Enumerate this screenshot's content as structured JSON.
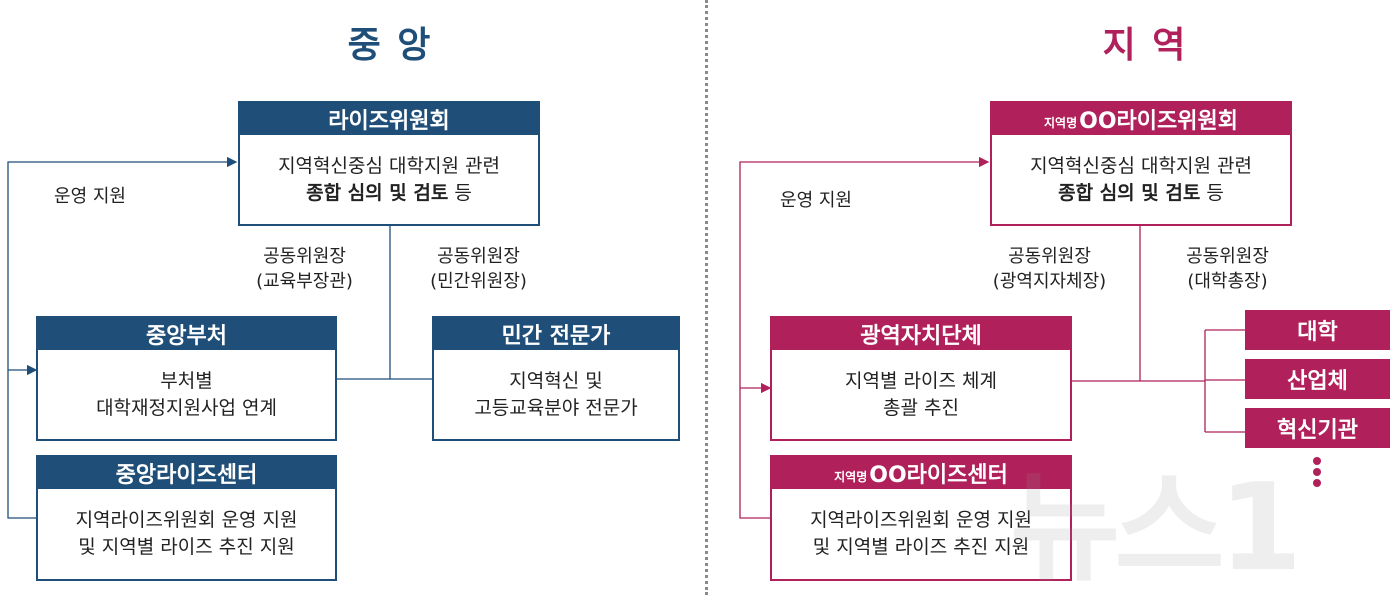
{
  "central": {
    "title": "중 앙",
    "committee": {
      "head": "라이즈위원회",
      "line1": "지역혁신중심 대학지원 관련",
      "line2_bold": "종합 심의 및 검토",
      "line2_rest": " 등"
    },
    "support_label": "운영 지원",
    "cochair_left": [
      "공동위원장",
      "(교육부장관)"
    ],
    "cochair_right": [
      "공동위원장",
      "(민간위원장)"
    ],
    "ministries": {
      "head": "중앙부처",
      "line1": "부처별",
      "line2": "대학재정지원사업 연계"
    },
    "experts": {
      "head": "민간 전문가",
      "line1": "지역혁신 및",
      "line2": "고등교육분야 전문가"
    },
    "center": {
      "head": "중앙라이즈센터",
      "line1": "지역라이즈위원회 운영 지원",
      "line2": "및 지역별 라이즈 추진 지원"
    }
  },
  "regional": {
    "title": "지 역",
    "committee": {
      "head_prefix": "지역명",
      "head": "OO라이즈위원회",
      "line1": "지역혁신중심 대학지원 관련",
      "line2_bold": "종합 심의 및 검토",
      "line2_rest": " 등"
    },
    "support_label": "운영 지원",
    "cochair_left": [
      "공동위원장",
      "(광역지자체장)"
    ],
    "cochair_right": [
      "공동위원장",
      "(대학총장)"
    ],
    "government": {
      "head": "광역자치단체",
      "line1": "지역별 라이즈 체계",
      "line2": "총괄 추진"
    },
    "partners": [
      "대학",
      "산업체",
      "혁신기관"
    ],
    "center": {
      "head_prefix": "지역명",
      "head": "OO라이즈센터",
      "line1": "지역라이즈위원회 운영 지원",
      "line2": "및 지역별 라이즈 추진 지원"
    }
  },
  "watermark": "뉴스1",
  "colors": {
    "navy": "#1f4e79",
    "magenta": "#b0205a"
  }
}
